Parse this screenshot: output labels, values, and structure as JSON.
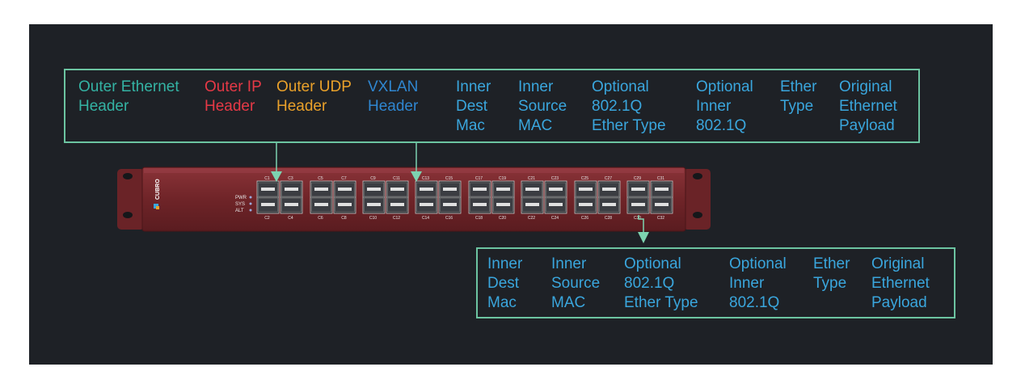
{
  "top_fields": [
    {
      "id": "outer-ethernet",
      "lines": [
        "Outer Ethernet",
        "Header"
      ],
      "color": "#34b3a4"
    },
    {
      "id": "outer-ip",
      "lines": [
        "Outer IP",
        "Header"
      ],
      "color": "#e63946"
    },
    {
      "id": "outer-udp",
      "lines": [
        "Outer UDP",
        "Header"
      ],
      "color": "#eaa12a"
    },
    {
      "id": "vxlan",
      "lines": [
        "VXLAN",
        "Header"
      ],
      "color": "#2f86d0"
    },
    {
      "id": "inner-dest-mac",
      "lines": [
        "Inner",
        "Dest",
        "Mac"
      ],
      "color": "#3aa6dd"
    },
    {
      "id": "inner-source-mac",
      "lines": [
        "Inner",
        "Source",
        "MAC"
      ],
      "color": "#3aa6dd"
    },
    {
      "id": "optional-8021q-ethertype",
      "lines": [
        "Optional",
        "802.1Q",
        "Ether Type"
      ],
      "color": "#3aa6dd"
    },
    {
      "id": "optional-inner-8021q",
      "lines": [
        "Optional",
        "Inner",
        "802.1Q"
      ],
      "color": "#3aa6dd"
    },
    {
      "id": "ether-type",
      "lines": [
        "Ether",
        "Type"
      ],
      "color": "#3aa6dd"
    },
    {
      "id": "original-ethernet-payload",
      "lines": [
        "Original",
        "Ethernet",
        "Payload"
      ],
      "color": "#3aa6dd"
    }
  ],
  "bottom_fields": [
    {
      "id": "inner-dest-mac",
      "lines": [
        "Inner",
        "Dest",
        "Mac"
      ]
    },
    {
      "id": "inner-source-mac",
      "lines": [
        "Inner",
        "Source",
        "MAC"
      ]
    },
    {
      "id": "optional-8021q-ethertype",
      "lines": [
        "Optional",
        "802.1Q",
        "Ether Type"
      ]
    },
    {
      "id": "optional-inner-8021q",
      "lines": [
        "Optional",
        "Inner",
        "802.1Q"
      ]
    },
    {
      "id": "ether-type",
      "lines": [
        "Ether",
        "Type"
      ]
    },
    {
      "id": "original-ethernet-payload",
      "lines": [
        "Original",
        "Ethernet",
        "Payload"
      ]
    }
  ],
  "switch": {
    "brand": "CUBRO",
    "leds": [
      "PWR",
      "SYS",
      "ALT"
    ],
    "top_ports": [
      "C1",
      "C3",
      "C5",
      "C7",
      "C9",
      "C11",
      "C13",
      "C15",
      "C17",
      "C19",
      "C21",
      "C23",
      "C25",
      "C27",
      "C29",
      "C31"
    ],
    "bottom_ports": [
      "C2",
      "C4",
      "C6",
      "C8",
      "C10",
      "C12",
      "C14",
      "C16",
      "C18",
      "C20",
      "C22",
      "C24",
      "C26",
      "C28",
      "C30",
      "C32"
    ]
  },
  "colors": {
    "frame": "#6cc4a1",
    "arrow": "#7dd3b0",
    "chassis": "#7a2a2e",
    "background": "#1e2126"
  }
}
